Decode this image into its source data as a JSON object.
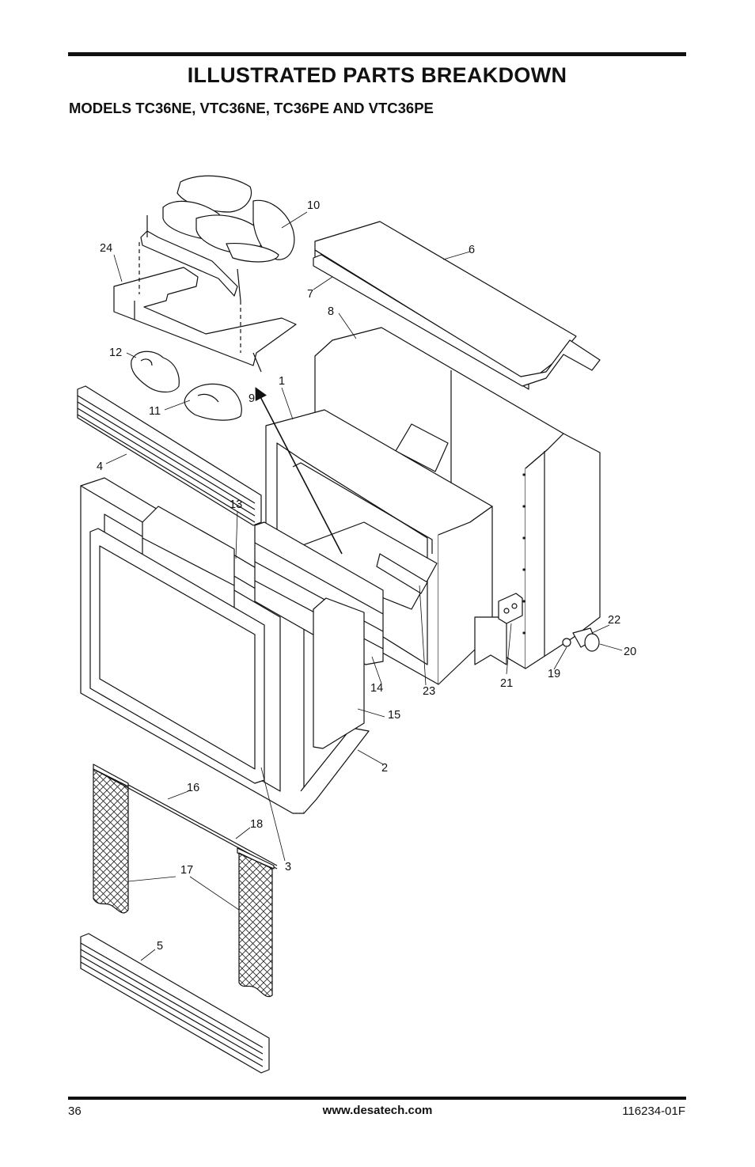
{
  "header": {
    "title": "ILLUSTRATED PARTS BREAKDOWN",
    "subtitle": "MODELS TC36NE, VTC36NE, TC36PE AND VTC36PE"
  },
  "footer": {
    "page_number": "36",
    "website": "www.desatech.com",
    "doc_number": "116234-01F"
  },
  "callouts": [
    {
      "id": "c1",
      "text": "1"
    },
    {
      "id": "c2",
      "text": "2"
    },
    {
      "id": "c3",
      "text": "3"
    },
    {
      "id": "c4",
      "text": "4"
    },
    {
      "id": "c5",
      "text": "5"
    },
    {
      "id": "c6",
      "text": "6"
    },
    {
      "id": "c7",
      "text": "7"
    },
    {
      "id": "c8",
      "text": "8"
    },
    {
      "id": "c9",
      "text": "9"
    },
    {
      "id": "c10",
      "text": "10"
    },
    {
      "id": "c11",
      "text": "11"
    },
    {
      "id": "c12",
      "text": "12"
    },
    {
      "id": "c13",
      "text": "13"
    },
    {
      "id": "c14",
      "text": "14"
    },
    {
      "id": "c15",
      "text": "15"
    },
    {
      "id": "c16",
      "text": "16"
    },
    {
      "id": "c17",
      "text": "17"
    },
    {
      "id": "c18",
      "text": "18"
    },
    {
      "id": "c19",
      "text": "19"
    },
    {
      "id": "c20",
      "text": "20"
    },
    {
      "id": "c21",
      "text": "21"
    },
    {
      "id": "c22",
      "text": "22"
    },
    {
      "id": "c23",
      "text": "23"
    },
    {
      "id": "c24",
      "text": "24"
    }
  ]
}
